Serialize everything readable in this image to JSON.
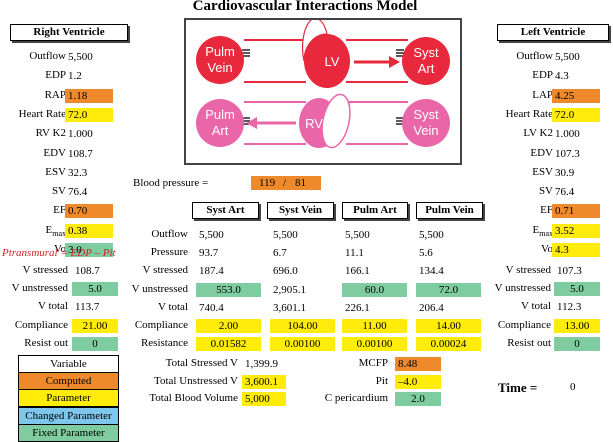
{
  "title": "Cardiovascular Interactions Model",
  "right_ventricle": {
    "header": "Right Ventricle",
    "rows": [
      {
        "label": "Outflow",
        "value": "5,500",
        "style": "plain"
      },
      {
        "label": "EDP",
        "value": "1.2",
        "style": "plain"
      },
      {
        "label": "RAP",
        "value": "1.18",
        "style": "orange"
      },
      {
        "label": "Heart Rate",
        "value": "72.0",
        "style": "yellow"
      },
      {
        "label": "RV K2",
        "value": "1.000",
        "style": "plain"
      },
      {
        "label": "EDV",
        "value": "108.7",
        "style": "plain"
      },
      {
        "label": "ESV",
        "value": "32.3",
        "style": "plain"
      },
      {
        "label": "SV",
        "value": "76.4",
        "style": "plain"
      },
      {
        "label": "EF",
        "value": "0.70",
        "style": "orange"
      },
      {
        "label": "E",
        "sub": "max",
        "value": "0.38",
        "style": "yellow"
      },
      {
        "label": "Vo",
        "value": "3.0",
        "style": "green"
      }
    ]
  },
  "left_ventricle": {
    "header": "Left Ventricle",
    "rows": [
      {
        "label": "Outflow",
        "value": "5,500",
        "style": "plain"
      },
      {
        "label": "EDP",
        "value": "4.3",
        "style": "plain"
      },
      {
        "label": "LAP",
        "value": "4.25",
        "style": "orange"
      },
      {
        "label": "Heart Rate",
        "value": "72.0",
        "style": "yellow"
      },
      {
        "label": "LV K2",
        "value": "1.000",
        "style": "plain"
      },
      {
        "label": "EDV",
        "value": "107.3",
        "style": "plain"
      },
      {
        "label": "ESV",
        "value": "30.9",
        "style": "plain"
      },
      {
        "label": "SV",
        "value": "76.4",
        "style": "plain"
      },
      {
        "label": "EF",
        "value": "0.71",
        "style": "orange"
      },
      {
        "label": "E",
        "sub": "max",
        "value": "3.52",
        "style": "yellow"
      },
      {
        "label": "Vo",
        "value": "4.3",
        "style": "yellow"
      }
    ]
  },
  "diagram": {
    "pulm_vein": [
      "Pulm",
      "Vein"
    ],
    "lv": "LV",
    "syst_art": [
      "Syst",
      "Art"
    ],
    "pulm_art": [
      "Pulm",
      "Art"
    ],
    "rv": "RV",
    "syst_vein": [
      "Syst",
      "Vein"
    ]
  },
  "blood_pressure": {
    "label": "Blood pressure =",
    "systolic": "119",
    "sep": "/",
    "diastolic": "81"
  },
  "ptransmural": "Ptransmural = EDP – Pit",
  "vessel_headers": [
    "Syst Art",
    "Syst Vein",
    "Pulm Art",
    "Pulm Vein"
  ],
  "vessel_rows": [
    {
      "label": "Outflow",
      "values": [
        "5,500",
        "5,500",
        "5,500",
        "5,500"
      ],
      "styles": [
        "plain",
        "plain",
        "plain",
        "plain"
      ]
    },
    {
      "label": "Pressure",
      "values": [
        "93.7",
        "6.7",
        "11.1",
        "5.6"
      ],
      "styles": [
        "plain",
        "plain",
        "plain",
        "plain"
      ]
    },
    {
      "label": "V stressed",
      "values": [
        "187.4",
        "696.0",
        "166.1",
        "134.4"
      ],
      "styles": [
        "plain",
        "plain",
        "plain",
        "plain"
      ]
    },
    {
      "label": "V unstressed",
      "values": [
        "553.0",
        "2,905.1",
        "60.0",
        "72.0"
      ],
      "styles": [
        "green",
        "plain",
        "green",
        "green"
      ]
    },
    {
      "label": "V total",
      "values": [
        "740.4",
        "3,601.1",
        "226.1",
        "206.4"
      ],
      "styles": [
        "plain",
        "plain",
        "plain",
        "plain"
      ]
    },
    {
      "label": "Compliance",
      "values": [
        "2.00",
        "104.00",
        "11.00",
        "14.00"
      ],
      "styles": [
        "yellow",
        "yellow",
        "yellow",
        "yellow"
      ]
    },
    {
      "label": "Resistance",
      "values": [
        "0.01582",
        "0.00100",
        "0.00100",
        "0.00024"
      ],
      "styles": [
        "yellow",
        "yellow",
        "yellow",
        "yellow"
      ]
    }
  ],
  "rv_lower": [
    {
      "label": "V stressed",
      "value": "108.7",
      "style": "plain"
    },
    {
      "label": "V unstressed",
      "value": "5.0",
      "style": "green"
    },
    {
      "label": "V total",
      "value": "113.7",
      "style": "plain"
    },
    {
      "label": "Compliance",
      "value": "21.00",
      "style": "yellow"
    },
    {
      "label": "Resist out",
      "value": "0",
      "style": "green"
    }
  ],
  "lv_lower": [
    {
      "label": "V stressed",
      "value": "107.3",
      "style": "plain"
    },
    {
      "label": "V unstressed",
      "value": "5.0",
      "style": "green"
    },
    {
      "label": "V total",
      "value": "112.3",
      "style": "plain"
    },
    {
      "label": "Compliance",
      "value": "13.00",
      "style": "yellow"
    },
    {
      "label": "Resist out",
      "value": "0",
      "style": "green"
    }
  ],
  "totals": [
    {
      "label": "Total Stressed V",
      "value": "1,399.9",
      "style": "plain"
    },
    {
      "label": "Total Unstressed V",
      "value": "3,600.1",
      "style": "yellow"
    },
    {
      "label": "Total Blood Volume",
      "value": "5,000",
      "style": "yellow"
    }
  ],
  "mcfp": [
    {
      "label": "MCFP",
      "value": "8.48",
      "style": "orange"
    },
    {
      "label": "Pit",
      "value": "–4.0",
      "style": "yellow"
    },
    {
      "label": "C pericardium",
      "value": "2.0",
      "style": "green"
    }
  ],
  "time": {
    "label": "Time =",
    "value": "0"
  },
  "legend": [
    {
      "label": "Variable",
      "color": "#ffffff"
    },
    {
      "label": "Computed",
      "color": "#ee8a2b"
    },
    {
      "label": "Parameter",
      "color": "#ffec0a"
    },
    {
      "label": "Changed Parameter",
      "color": "#7fc6ec"
    },
    {
      "label": "Fixed Parameter",
      "color": "#7fcca0"
    }
  ],
  "colors": {
    "red_chamber": "#e8283c",
    "pink_chamber": "#e966a8",
    "orange": "#ee8a2b",
    "yellow": "#ffec0a",
    "green": "#7fcca0",
    "blue": "#7fc6ec"
  }
}
